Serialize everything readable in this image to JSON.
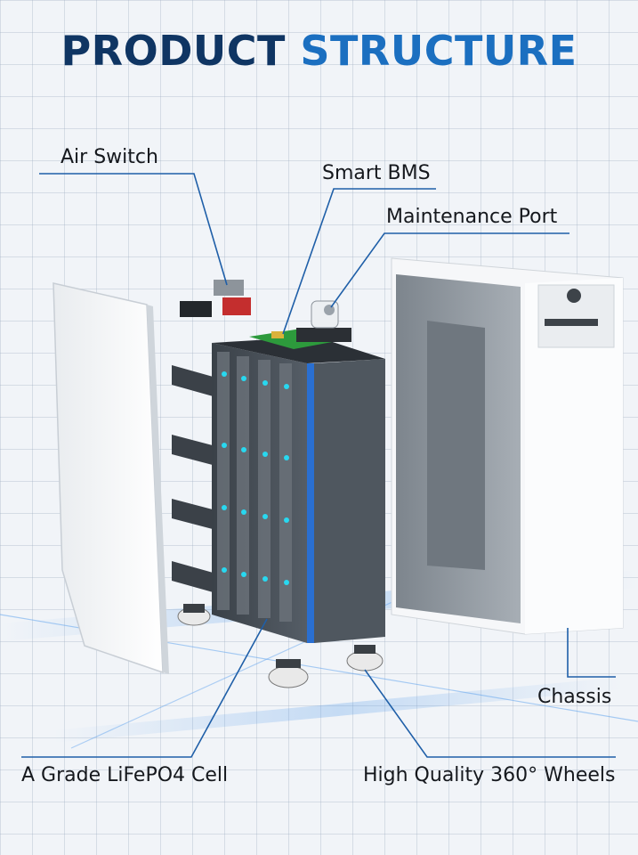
{
  "title": {
    "part1": "PRODUCT",
    "part2": "STRUCTURE"
  },
  "labels": {
    "air_switch": "Air Switch",
    "smart_bms": "Smart BMS",
    "maintenance_port": "Maintenance Port",
    "chassis": "Chassis",
    "cell": "A Grade LiFePO4 Cell",
    "wheels": "High Quality 360° Wheels"
  },
  "colors": {
    "title_dark": "#0f3563",
    "title_accent": "#1b6fc0",
    "leader_line": "#1f5fa8",
    "cell_body": "#4a5159",
    "cell_edge": "#2a6fd1",
    "pcb_green": "#2d9a3c",
    "chassis_white": "#fafbfc",
    "indicator_cyan": "#28d8f0"
  }
}
